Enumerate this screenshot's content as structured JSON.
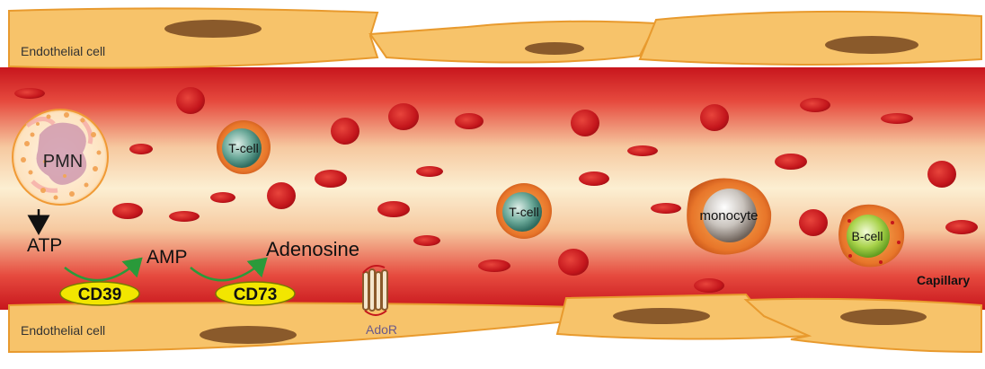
{
  "labels": {
    "endothelial_top": "Endothelial cell",
    "endothelial_bottom": "Endothelial cell",
    "pmn": "PMN",
    "atp": "ATP",
    "amp": "AMP",
    "adenosine": "Adenosine",
    "cd39": "CD39",
    "cd73": "CD73",
    "ador": "AdoR",
    "capillary": "Capillary",
    "tcell_1": "T-cell",
    "tcell_2": "T-cell",
    "monocyte": "monocyte",
    "bcell": "B-cell"
  },
  "colors": {
    "endothelium": "#f7c36a",
    "endothelium_edge": "#e89a2e",
    "nucleus": "#8a5a2b",
    "vessel_wall": "#c8161d",
    "vessel_lumen": "#fbe9c6",
    "rbc": "#c4161c",
    "enzyme": "#f2e600",
    "arrow_green": "#2a9a3a"
  }
}
